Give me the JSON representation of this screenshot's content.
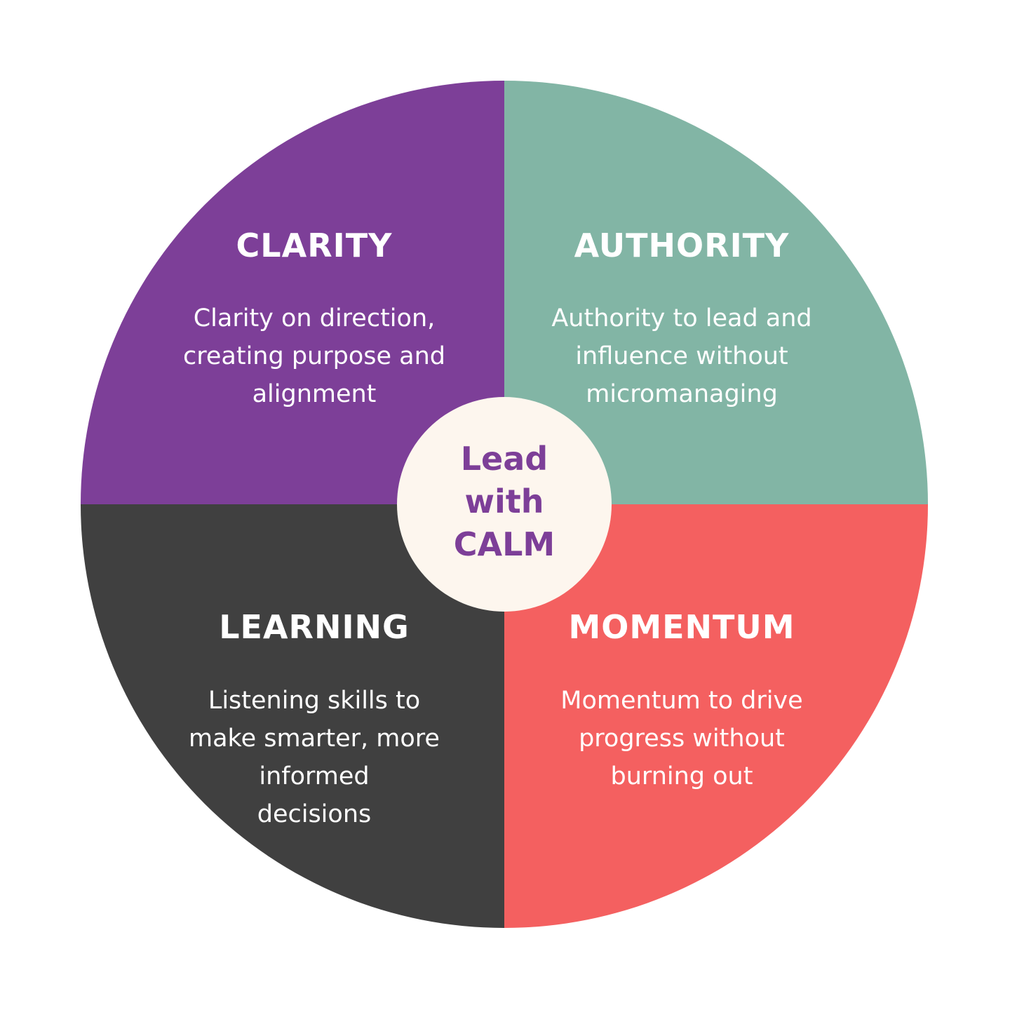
{
  "diagram": {
    "center": {
      "lines": [
        "Lead",
        "with",
        "CALM"
      ],
      "text_color": "#7d3f98",
      "fill_color": "#fdf6ee"
    },
    "quadrants": [
      {
        "id": "clarity",
        "position": "top-left",
        "title": "CLARITY",
        "description_lines": [
          "Clarity on direction,",
          "creating purpose and",
          "alignment"
        ],
        "color": "#7d3f98"
      },
      {
        "id": "authority",
        "position": "top-right",
        "title": "AUTHORITY",
        "description_lines": [
          "Authority to lead and",
          "influence without",
          "micromanaging"
        ],
        "color": "#82b5a5"
      },
      {
        "id": "learning",
        "position": "bottom-left",
        "title": "LEARNING",
        "description_lines": [
          "Listening skills to",
          "make smarter, more",
          "informed",
          "decisions"
        ],
        "color": "#404040"
      },
      {
        "id": "momentum",
        "position": "bottom-right",
        "title": "MOMENTUM",
        "description_lines": [
          "Momentum to drive",
          "progress without",
          "burning out"
        ],
        "color": "#f46060"
      }
    ]
  }
}
